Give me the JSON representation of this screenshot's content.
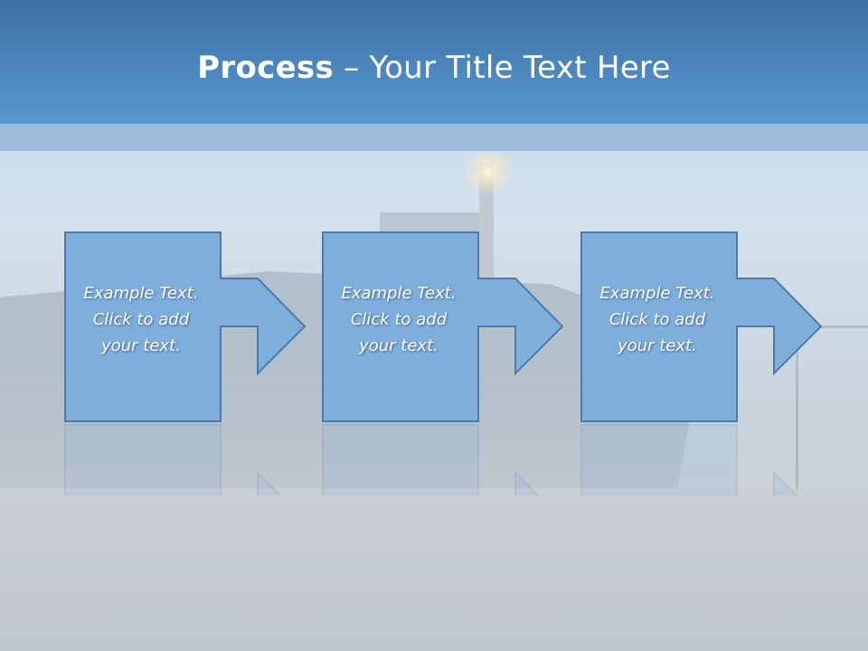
{
  "slide": {
    "title_bold": "Process",
    "title_rest": " – Your Title Text Here"
  },
  "steps": [
    {
      "line1": "Example Text.",
      "line2": "Click  to add",
      "line3": "your text."
    },
    {
      "line1": "Example Text.",
      "line2": "Click  to add",
      "line3": "your text."
    },
    {
      "line1": "Example Text.",
      "line2": "Click  to add",
      "line3": "your text."
    }
  ],
  "colors": {
    "header": "#4a84ba",
    "arrow_fill": "#7eaedc",
    "arrow_stroke": "#4f7aa8",
    "text": "#ffffff"
  }
}
